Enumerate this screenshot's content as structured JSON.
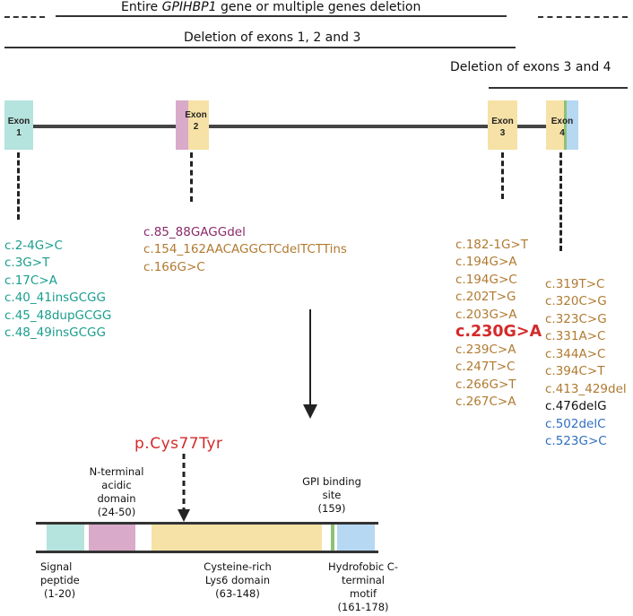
{
  "deletions": {
    "entire_pre": "Entire ",
    "entire_gene": "GPIHBP1",
    "entire_post": " gene or multiple genes deletion",
    "exons123": "Deletion of exons 1, 2 and 3",
    "exons34": "Deletion of exons 3 and 4"
  },
  "exons": [
    {
      "label": "Exon",
      "num": "1"
    },
    {
      "label": "Exon",
      "num": "2"
    },
    {
      "label": "Exon",
      "num": "3"
    },
    {
      "label": "Exon",
      "num": "4"
    }
  ],
  "colors": {
    "teal": "#1a9e8f",
    "purple": "#8b2a6a",
    "brown": "#b07a30",
    "red": "#d42a2a",
    "blue": "#2f6fc0",
    "black": "#111111",
    "signal": "#b5e3dd",
    "acidic": "#d9aac9",
    "lys6": "#f6e2a6",
    "gpi": "#8cc373",
    "hydro": "#b6d8f2"
  },
  "mutations": {
    "exon1": [
      "c.2-4G>C",
      "c.3G>T",
      "c.17C>A",
      "c.40_41insGCGG",
      "c.45_48dupGCGG",
      "c.48_49insGCGG"
    ],
    "exon2": [
      "c.85_88GAGGdel",
      "c.154_162AACAGGCTCdelTCTTins",
      "c.166G>C"
    ],
    "exon3": [
      "c.182-1G>T",
      "c.194G>A",
      "c.194G>C",
      "c.202T>G",
      "c.203G>A",
      "c.230G>A",
      "c.239C>A",
      "c.247T>C",
      "c.266G>T",
      "c.267C>A"
    ],
    "exon4": [
      "c.319T>C",
      "c.320C>G",
      "c.323C>G",
      "c.331A>C",
      "c.344A>C",
      "c.394C>T",
      "c.413_429del",
      "c.476delG",
      "c.502delC",
      "c.523G>C"
    ]
  },
  "protein": {
    "variant": "p.Cys77Tyr",
    "n_terminal": [
      "N-terminal",
      "acidic",
      "domain",
      "(24-50)"
    ],
    "gpi": [
      "GPI binding",
      "site",
      "(159)"
    ],
    "signal": [
      "Signal",
      "peptide",
      "(1-20)"
    ],
    "lys6": [
      "Cysteine-rich",
      "Lys6 domain",
      "(63-148)"
    ],
    "hydro": [
      "Hydrofobic C-",
      "terminal",
      "motif",
      "(161-178)"
    ]
  }
}
